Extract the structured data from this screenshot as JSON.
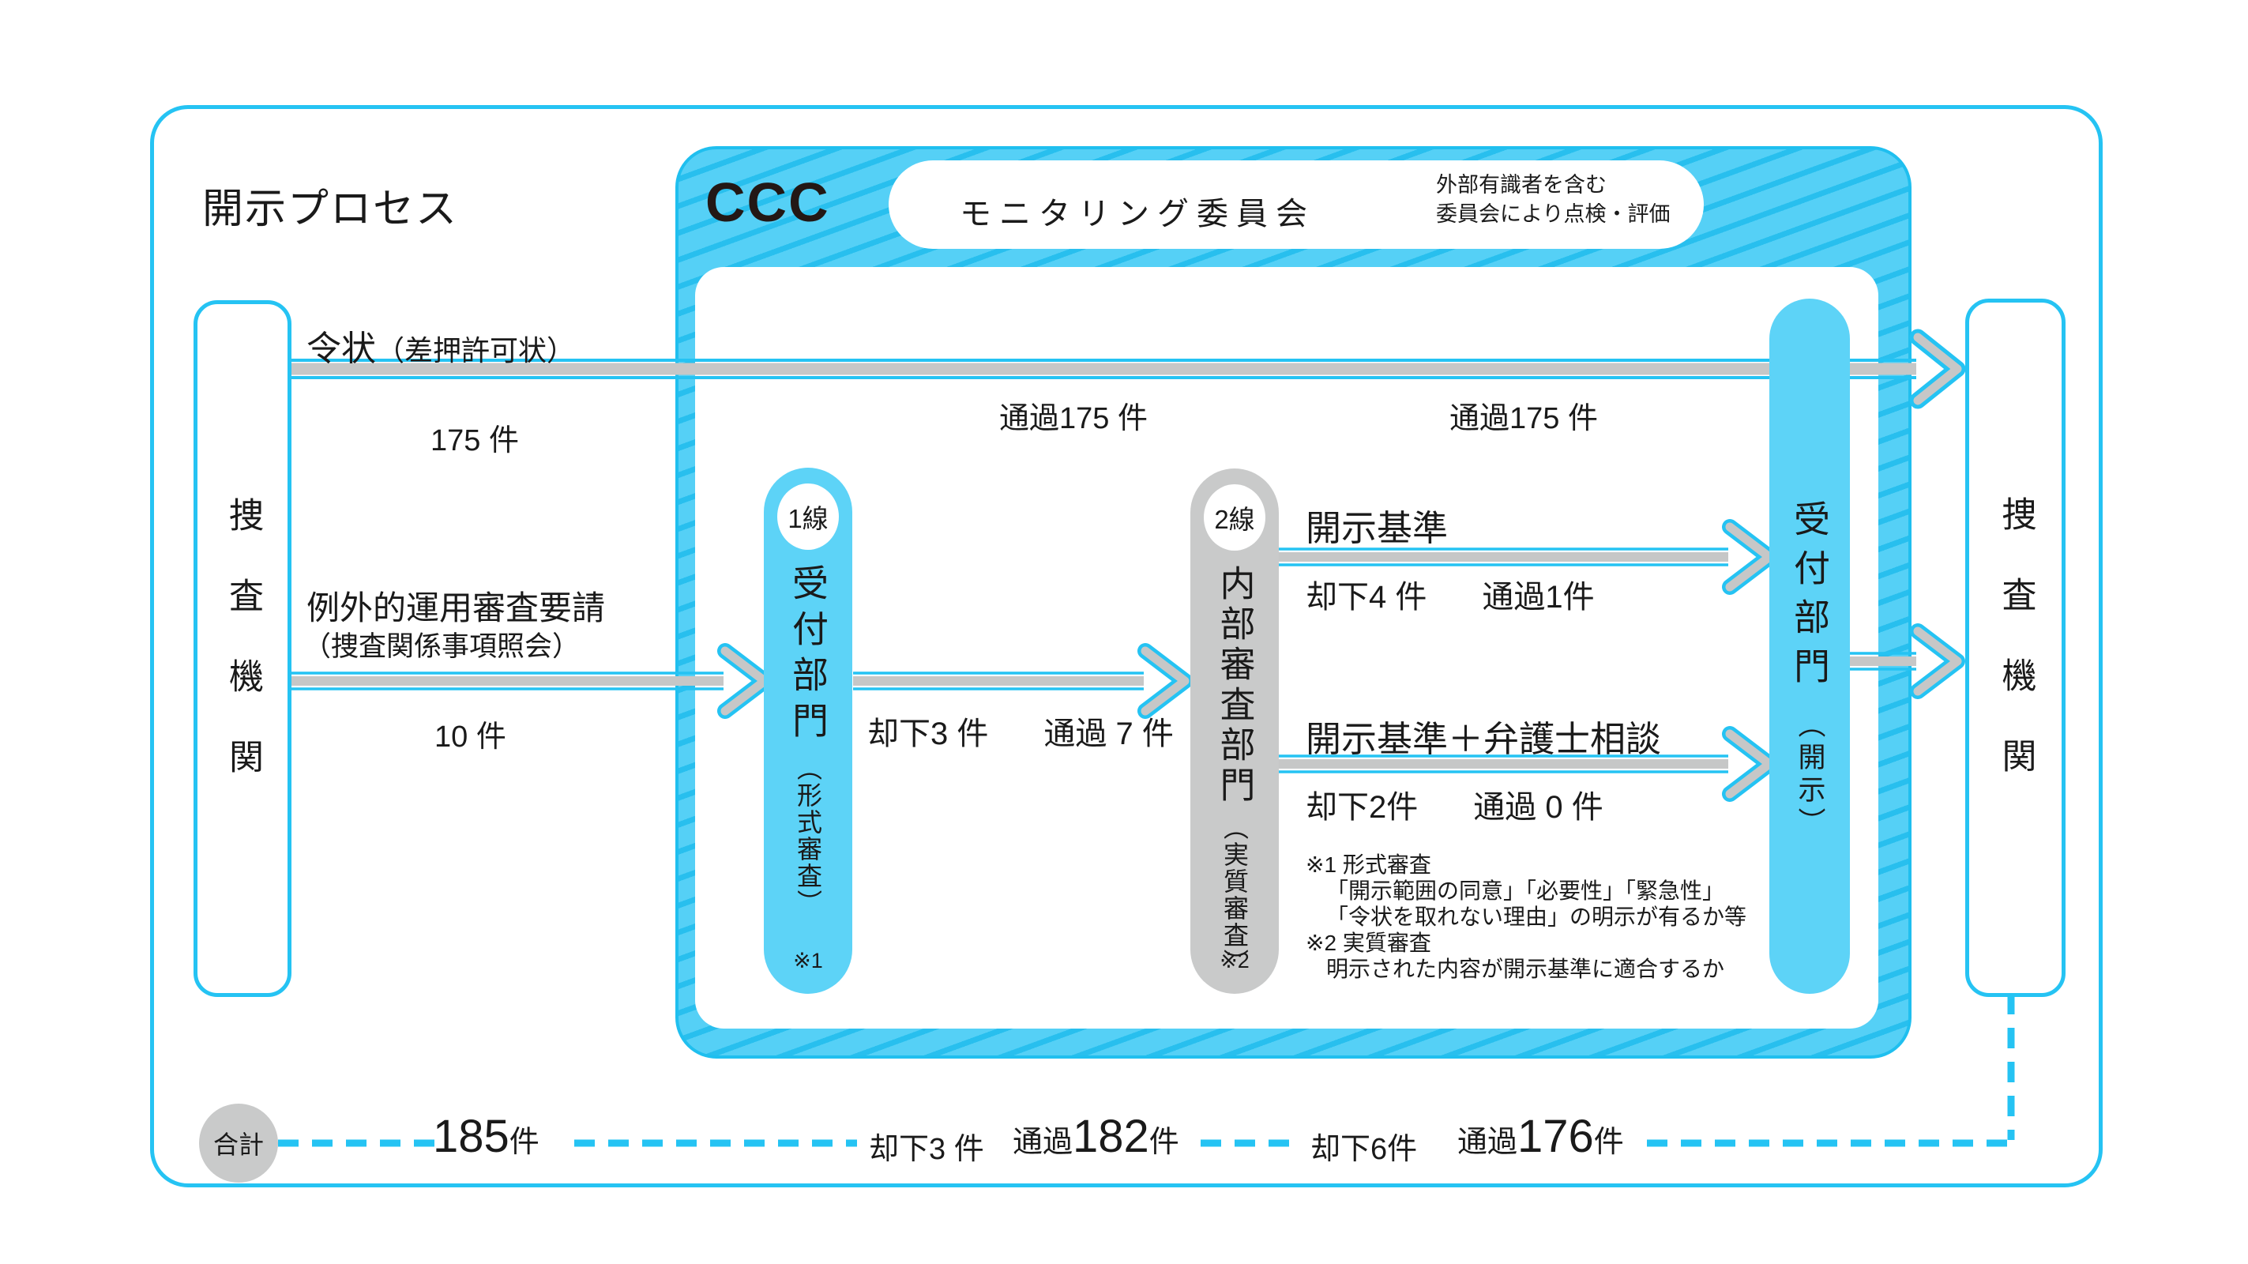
{
  "colors": {
    "accent": "#25c3f3",
    "border": "#1fbfef",
    "container_fill": "#55d0f6",
    "stripe": "#28bfee",
    "pill_fill": "#5dd3f7",
    "gray_fill": "#c9caca",
    "arrow_gray": "#c6c7c7",
    "ink": "#1a1a1a",
    "logo_ink": "#231815"
  },
  "title": "開示プロセス",
  "logo_text": "CCC",
  "committee": {
    "label": "モニタリング委員会",
    "note_line1": "外部有識者を含む",
    "note_line2": "委員会により点検・評価"
  },
  "left_box": {
    "label": "捜査機関"
  },
  "right_box": {
    "label": "捜査機関"
  },
  "warrant_flow": {
    "label": "令状",
    "paren": "（差押許可状）",
    "count": "175 件",
    "pass_mid": "通過175 件",
    "pass_right": "通過175 件"
  },
  "exception_flow": {
    "label": "例外的運用審査要請",
    "paren": "（捜査関係事項照会）",
    "count": "10 件",
    "rejected": "却下3 件",
    "passed": "通過 7 件"
  },
  "line1": {
    "badge": "1線",
    "name": "受付部門",
    "sub": "（形式審査）",
    "ref": "※1"
  },
  "line2": {
    "badge": "2線",
    "name": "内部審査部門",
    "sub": "（実質審査）",
    "ref": "※2"
  },
  "disclosure": {
    "name": "受付部門",
    "sub": "（開示）"
  },
  "criteria_flow": {
    "label": "開示基準",
    "rejected": "却下4 件",
    "passed": "通過1件"
  },
  "criteria_lawyer_flow": {
    "label": "開示基準＋弁護士相談",
    "rejected": "却下2件",
    "passed": "通過 0 件"
  },
  "notes": {
    "l1": "※1 形式審査",
    "l2": "「開示範囲の同意」「必要性」「緊急性」",
    "l3": "「令状を取れない理由」の明示が有るか等",
    "l4": "※2 実質審査",
    "l5": "明示された内容が開示基準に適合するか"
  },
  "totals": {
    "label": "合計",
    "total_num": "185",
    "total_unit": "件",
    "rejected1": "却下3 件",
    "pass1_prefix": "通過",
    "pass1_num": "182",
    "pass1_unit": "件",
    "rejected2": "却下6件",
    "pass2_prefix": "通過",
    "pass2_num": "176",
    "pass2_unit": "件"
  }
}
